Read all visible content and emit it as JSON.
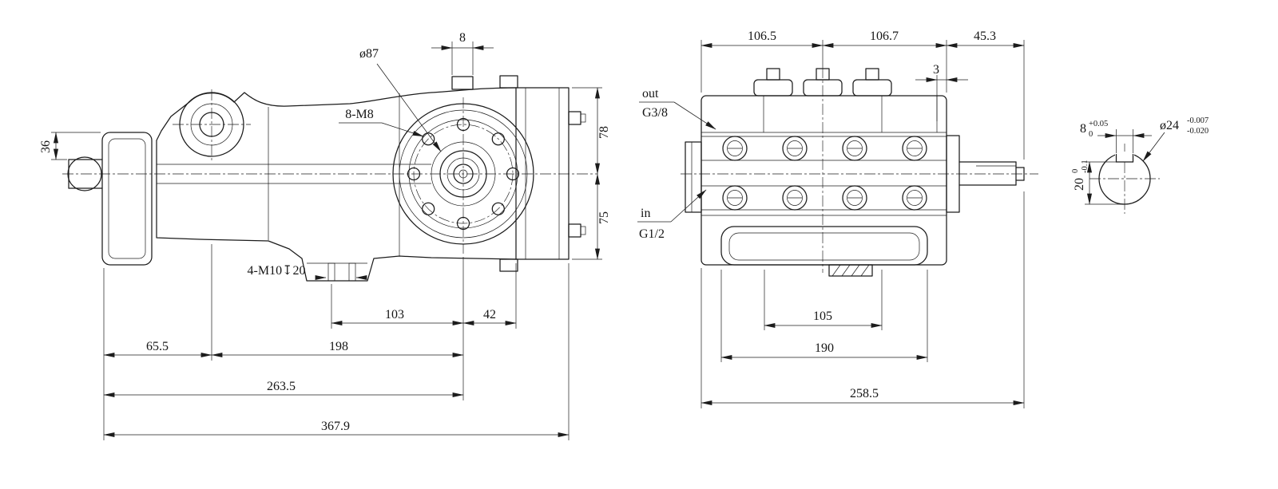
{
  "colors": {
    "line": "#1c1c1c",
    "background": "#ffffff"
  },
  "side_view": {
    "flange_diameter": "ø87",
    "top_boss_width": "8",
    "bolt_callout": "8-M8",
    "left_offset": "36",
    "height_upper": "78",
    "height_lower": "75",
    "mount_callout": "4-M10↧20",
    "dim_103": "103",
    "dim_42": "42",
    "dim_65_5": "65.5",
    "dim_198": "198",
    "dim_263_5": "263.5",
    "dim_367_9": "367.9"
  },
  "front_view": {
    "dim_106_5": "106.5",
    "dim_106_7": "106.7",
    "dim_45_3": "45.3",
    "dim_3": "3",
    "port_out": {
      "label": "out",
      "thread": "G3/8"
    },
    "port_in": {
      "label": "in",
      "thread": "G1/2"
    },
    "dim_105": "105",
    "dim_190": "190",
    "dim_258_5": "258.5"
  },
  "shaft_section": {
    "key_width": "8",
    "key_width_tol_upper": "+0.05",
    "key_width_tol_lower": "0",
    "shaft_diameter": "ø24",
    "shaft_diameter_tol_upper": "-0.007",
    "shaft_diameter_tol_lower": "-0.020",
    "key_height": "20",
    "key_height_tol_upper": "0",
    "key_height_tol_lower": "-0.1"
  }
}
